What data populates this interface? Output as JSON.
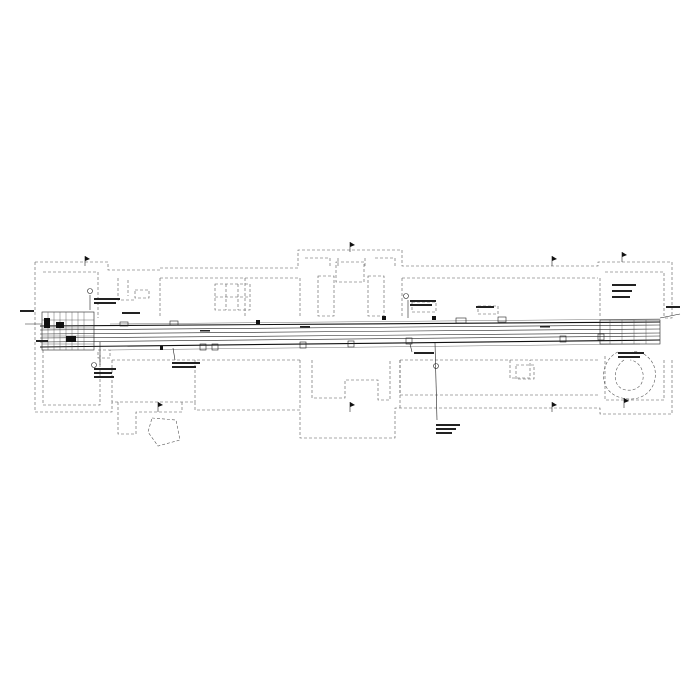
{
  "drawing": {
    "type": "architectural-floor-plan",
    "labels": [],
    "north_flags": [
      "north-flag",
      "north-flag",
      "north-flag",
      "north-flag",
      "north-flag",
      "north-flag",
      "north-flag",
      "north-flag"
    ],
    "section_markers": 4,
    "callouts": 12
  }
}
